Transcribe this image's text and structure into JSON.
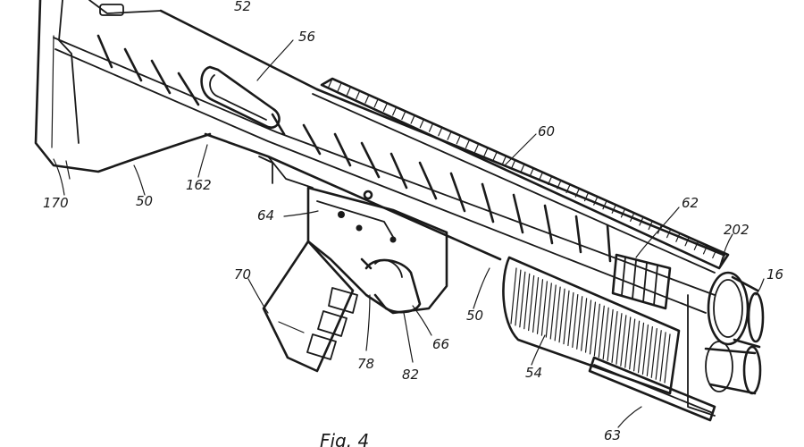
{
  "figure": {
    "caption": "Fig. 4",
    "reference_numerals": {
      "r52": "52",
      "r56": "56",
      "r60": "60",
      "r62": "62",
      "r202": "202",
      "r16": "16",
      "r170": "170",
      "r50a": "50",
      "r162": "162",
      "r64": "64",
      "r70": "70",
      "r50b": "50",
      "r54": "54",
      "r66": "66",
      "r78": "78",
      "r82": "82",
      "r63": "63"
    }
  }
}
